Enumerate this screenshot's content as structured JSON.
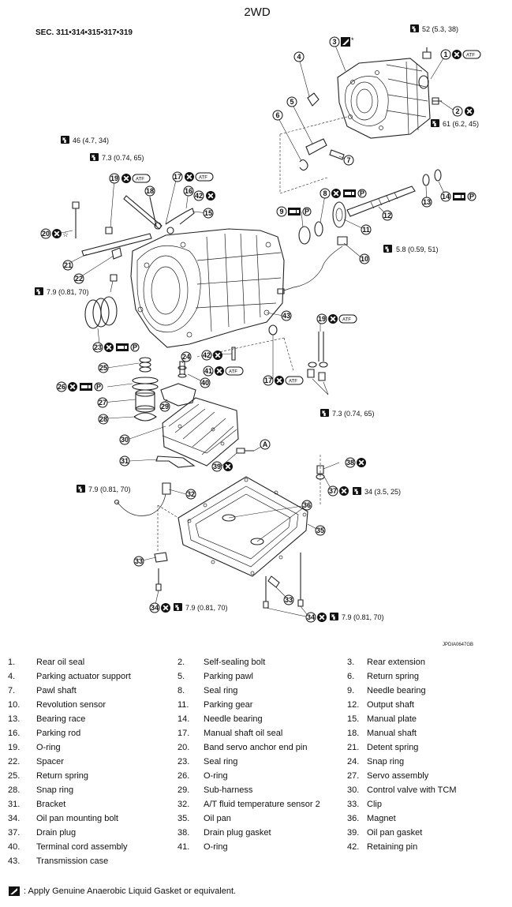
{
  "title": "2WD",
  "section": "SEC. 311•314•315•317•319",
  "ref_code": "JPDIA0647GB",
  "torques": {
    "t52": "52  (5.3,  38)",
    "t61": "61 (6.2, 45)",
    "t46": "46 (4.7, 34)",
    "t73a": "7.3 (0.74, 65)",
    "t58": "5.8  (0.59,  51)",
    "t79a": "7.9  (0.81,  70)",
    "t73b": "7.3  (0.74,  65)",
    "t79b": "7.9  (0.81,  70)",
    "t34": "34  (3.5, 25)",
    "t79c": "7.9 (0.81, 70)",
    "t79d": "7.9 (0.81, 70)"
  },
  "marks": {
    "atf": "ATF",
    "p": "P",
    "a": "A",
    "star": "*",
    "hollow_star": "☆"
  },
  "callouts": {
    "c1": "1",
    "c2": "2",
    "c3": "3",
    "c4": "4",
    "c5": "5",
    "c6": "6",
    "c7": "7",
    "c8": "8",
    "c9": "9",
    "c10": "10",
    "c11": "11",
    "c12": "12",
    "c13": "13",
    "c14": "14",
    "c15": "15",
    "c16": "16",
    "c17": "17",
    "c18": "18",
    "c19": "19",
    "c20": "20",
    "c21": "21",
    "c22": "22",
    "c23": "23",
    "c24": "24",
    "c25": "25",
    "c26": "26",
    "c27": "27",
    "c28": "28",
    "c29": "29",
    "c30": "30",
    "c31": "31",
    "c32": "32",
    "c33": "33",
    "c34": "34",
    "c35": "35",
    "c36": "36",
    "c37": "37",
    "c38": "38",
    "c39": "39",
    "c40": "40",
    "c41": "41",
    "c42": "42",
    "c43": "43"
  },
  "legend": [
    {
      "num": "1.",
      "name": "Rear oil seal"
    },
    {
      "num": "2.",
      "name": "Self-sealing bolt"
    },
    {
      "num": "3.",
      "name": "Rear extension"
    },
    {
      "num": "4.",
      "name": "Parking actuator support"
    },
    {
      "num": "5.",
      "name": "Parking pawl"
    },
    {
      "num": "6.",
      "name": "Return spring"
    },
    {
      "num": "7.",
      "name": "Pawl shaft"
    },
    {
      "num": "8.",
      "name": "Seal ring"
    },
    {
      "num": "9.",
      "name": "Needle bearing"
    },
    {
      "num": "10.",
      "name": "Revolution sensor"
    },
    {
      "num": "11.",
      "name": "Parking gear"
    },
    {
      "num": "12.",
      "name": "Output shaft"
    },
    {
      "num": "13.",
      "name": "Bearing race"
    },
    {
      "num": "14.",
      "name": "Needle bearing"
    },
    {
      "num": "15.",
      "name": "Manual plate"
    },
    {
      "num": "16.",
      "name": "Parking rod"
    },
    {
      "num": "17.",
      "name": "Manual shaft oil seal"
    },
    {
      "num": "18.",
      "name": "Manual shaft"
    },
    {
      "num": "19.",
      "name": "O-ring"
    },
    {
      "num": "20.",
      "name": "Band servo anchor end pin"
    },
    {
      "num": "21.",
      "name": "Detent spring"
    },
    {
      "num": "22.",
      "name": "Spacer"
    },
    {
      "num": "23.",
      "name": "Seal ring"
    },
    {
      "num": "24.",
      "name": "Snap ring"
    },
    {
      "num": "25.",
      "name": "Return spring"
    },
    {
      "num": "26.",
      "name": "O-ring"
    },
    {
      "num": "27.",
      "name": "Servo assembly"
    },
    {
      "num": "28.",
      "name": "Snap ring"
    },
    {
      "num": "29.",
      "name": "Sub-harness"
    },
    {
      "num": "30.",
      "name": "Control valve with TCM"
    },
    {
      "num": "31.",
      "name": "Bracket"
    },
    {
      "num": "32.",
      "name": "A/T fluid temperature sensor 2"
    },
    {
      "num": "33.",
      "name": "Clip"
    },
    {
      "num": "34.",
      "name": "Oil pan mounting bolt"
    },
    {
      "num": "35.",
      "name": "Oil pan"
    },
    {
      "num": "36.",
      "name": "Magnet"
    },
    {
      "num": "37.",
      "name": "Drain plug"
    },
    {
      "num": "38.",
      "name": "Drain plug gasket"
    },
    {
      "num": "39.",
      "name": "Oil pan gasket"
    },
    {
      "num": "40.",
      "name": "Terminal cord assembly"
    },
    {
      "num": "41.",
      "name": "O-ring"
    },
    {
      "num": "42.",
      "name": "Retaining pin"
    },
    {
      "num": "43.",
      "name": "Transmission case"
    }
  ],
  "footnote": ": Apply Genuine Anaerobic Liquid Gasket or equivalent."
}
